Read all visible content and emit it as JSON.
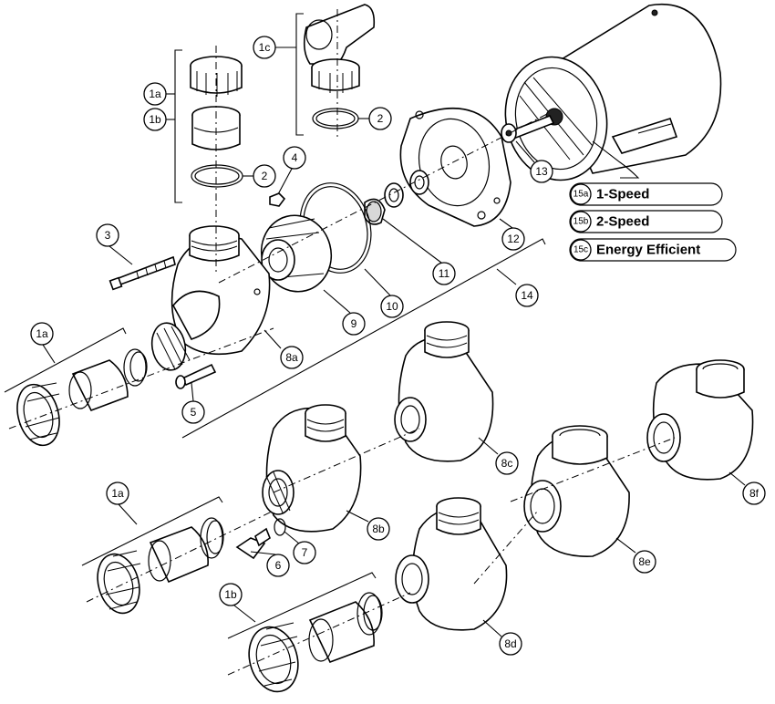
{
  "callouts": {
    "c1a_top": "1a",
    "c1b_top": "1b",
    "c1c": "1c",
    "c2_top": "2",
    "c2_mid": "2",
    "c3": "3",
    "c4": "4",
    "c5": "5",
    "c6": "6",
    "c7": "7",
    "c8a": "8a",
    "c8b": "8b",
    "c8c": "8c",
    "c8d": "8d",
    "c8e": "8e",
    "c8f": "8f",
    "c9": "9",
    "c10": "10",
    "c11": "11",
    "c12": "12",
    "c13": "13",
    "c14": "14",
    "c1a_left": "1a",
    "c1a_lower": "1a",
    "c1b_lower": "1b"
  },
  "legend": [
    {
      "code": "15a",
      "label": "1-Speed"
    },
    {
      "code": "15b",
      "label": "2-Speed"
    },
    {
      "code": "15c",
      "label": "Energy Efficient"
    }
  ]
}
